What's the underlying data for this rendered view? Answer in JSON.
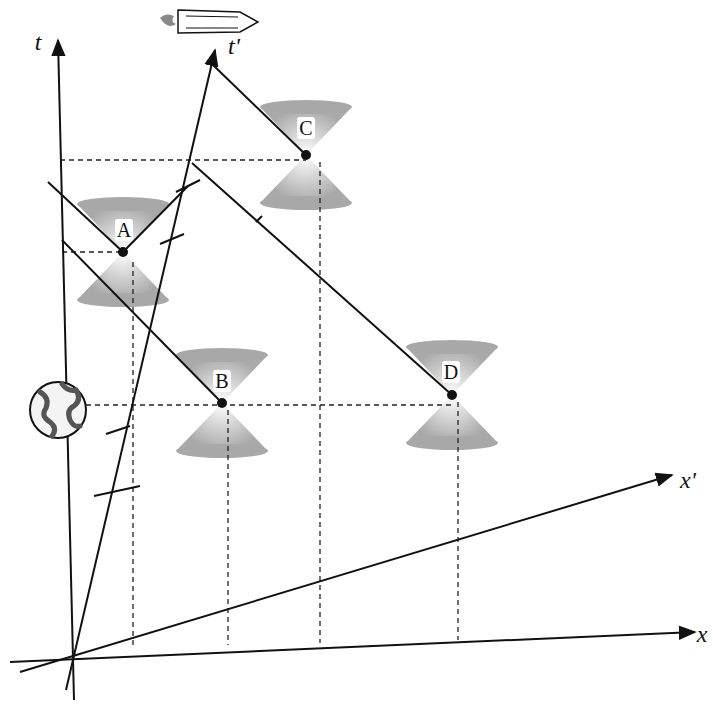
{
  "diagram": {
    "labels": [
      "t",
      "t'",
      "C",
      "A",
      "B",
      "D",
      "x'",
      "x"
    ]
  }
}
